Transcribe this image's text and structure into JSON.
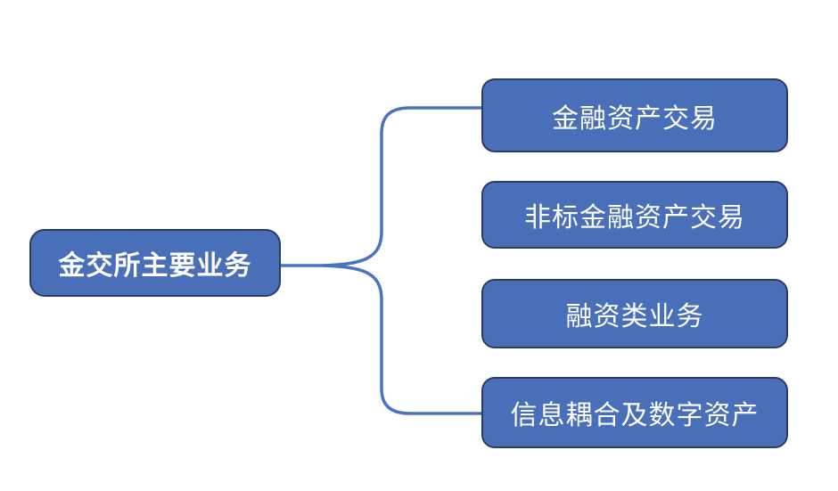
{
  "diagram": {
    "root": {
      "label": "金交所主要业务"
    },
    "branches": [
      {
        "label": "金融资产交易"
      },
      {
        "label": "非标金融资产交易"
      },
      {
        "label": "融资类业务"
      },
      {
        "label": "信息耦合及数字资产"
      }
    ],
    "colors": {
      "node_fill": "#4a6fb9",
      "node_border": "#2d3a66",
      "connector": "#4b72c0",
      "node_text": "#ffffff",
      "background": "#ffffff"
    }
  }
}
